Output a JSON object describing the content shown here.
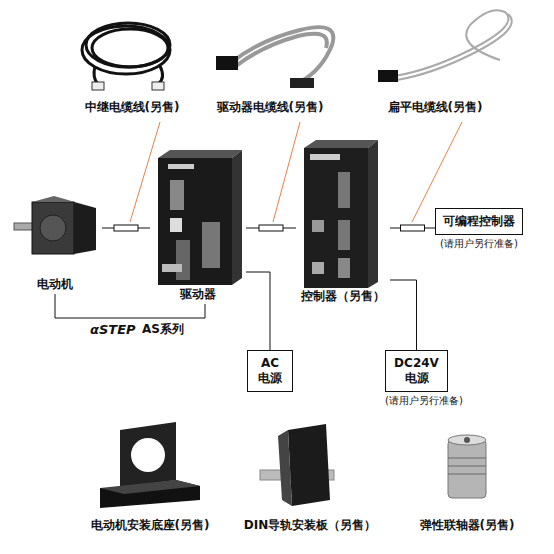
{
  "diagram": {
    "nodes": [
      {
        "text": [
          "电动机"
        ]
      },
      {
        "text": [
          "驱动器"
        ]
      },
      {
        "text": [
          "控制器（另售）"
        ]
      },
      {
        "text": [
          "可编程控制器",
          "(请用户另行准备)"
        ]
      },
      {
        "text": [
          "AC 电源"
        ]
      },
      {
        "text": [
          "DC24V 电源",
          "(请用户另行准备)"
        ]
      }
    ],
    "edges": [
      {
        "from": 0,
        "to": 1,
        "arrow": "none"
      },
      {
        "from": 1,
        "to": 2,
        "arrow": "none"
      },
      {
        "from": 2,
        "to": 3,
        "arrow": "none"
      },
      {
        "from": 1,
        "to": 4,
        "arrow": "none"
      },
      {
        "from": 2,
        "to": 5,
        "arrow": "none"
      }
    ],
    "labels": [
      "中继电缆线(另售)",
      "驱动器电缆线(另售)",
      "扁平电缆线(另售)",
      "αSTEP",
      "AS系列",
      "电动机安装底座(另售)",
      "DIN导轨安装板（另售）",
      "弹性联轴器(另售)"
    ]
  }
}
